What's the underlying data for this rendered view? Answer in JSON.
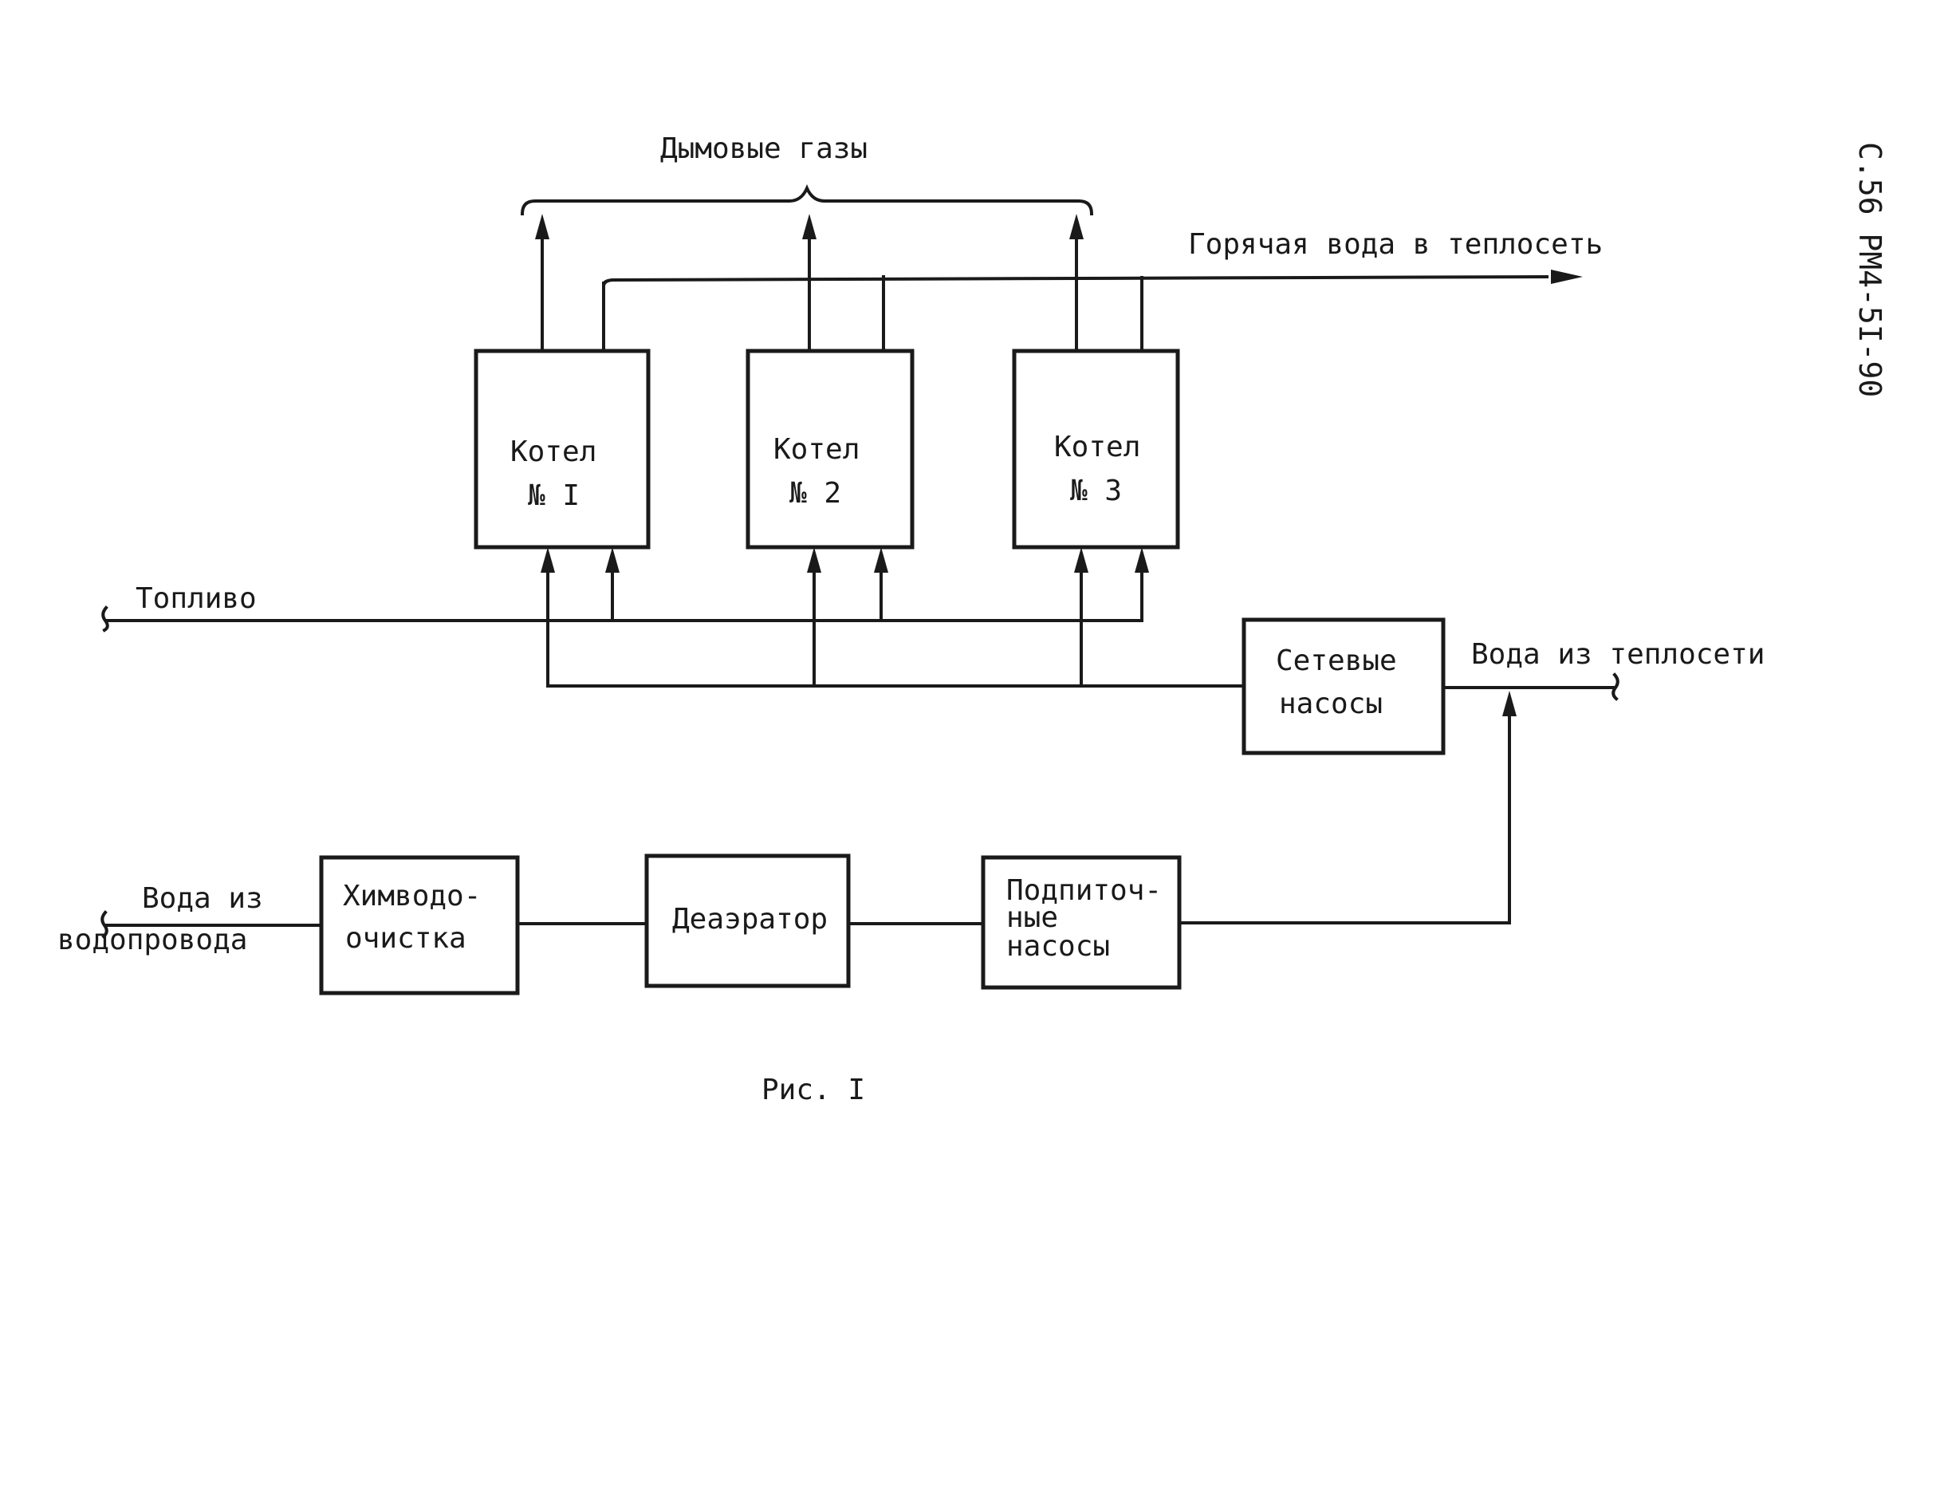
{
  "side_code": "С.56  РМ4-5I-90",
  "labels": {
    "flue_gases": "Дымовые  газы",
    "hot_water_out": "Горячая вода в теплосеть",
    "fuel": "Топливо",
    "return_water": "Вода из теплосети",
    "water_supply_line1": "Вода из",
    "water_supply_line2": "водопровода"
  },
  "boilers": [
    {
      "line1": "Котел",
      "line2": "№ I"
    },
    {
      "line1": "Котел",
      "line2": "№ 2"
    },
    {
      "line1": "Котел",
      "line2": "№ 3"
    }
  ],
  "network_pumps": {
    "line1": "Сетевые",
    "line2": "насосы"
  },
  "water_treatment": {
    "line1": "Химводо-",
    "line2": "очистка"
  },
  "deaerator": {
    "label": "Деаэратор"
  },
  "makeup_pumps": {
    "line1": "Подпиточ-",
    "line2": "ные",
    "line3": "насосы"
  },
  "caption": "Рис. I"
}
